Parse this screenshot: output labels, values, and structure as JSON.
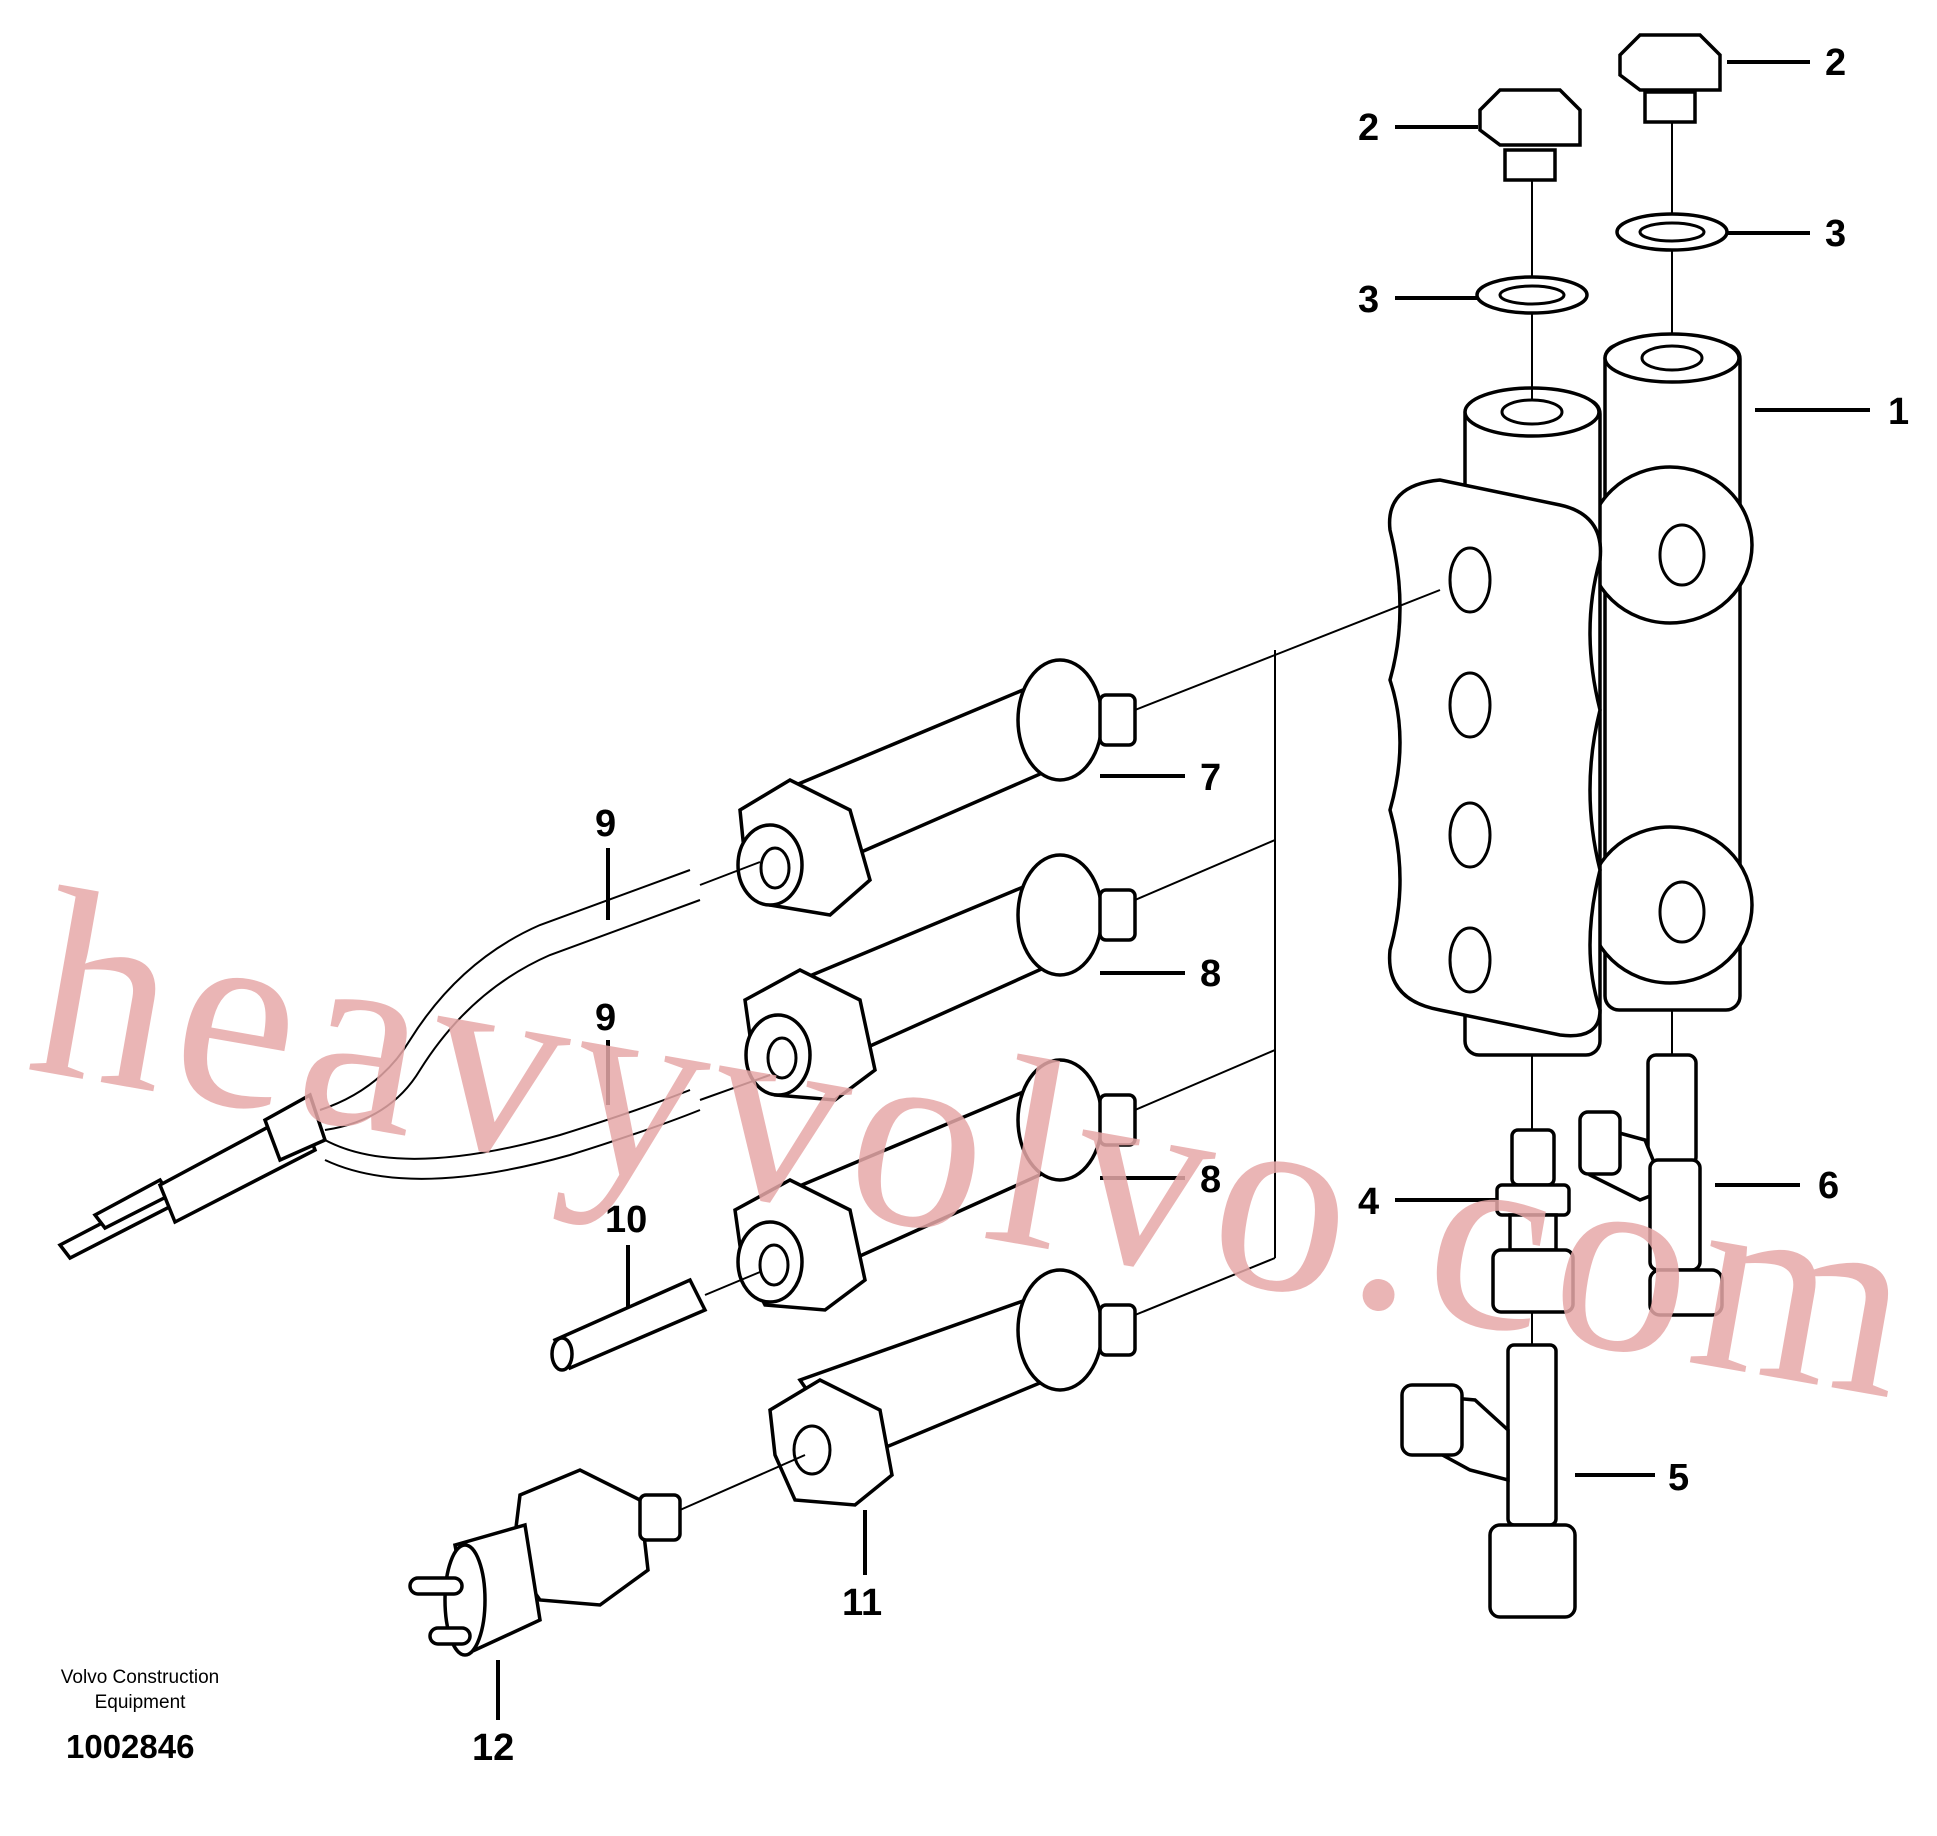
{
  "callouts": {
    "c1": "1",
    "c2a": "2",
    "c2b": "2",
    "c3a": "3",
    "c3b": "3",
    "c4": "4",
    "c5": "5",
    "c6": "6",
    "c7": "7",
    "c8a": "8",
    "c8b": "8",
    "c9a": "9",
    "c9b": "9",
    "c10": "10",
    "c11": "11",
    "c12": "12"
  },
  "credit": {
    "line1": "Volvo Construction",
    "line2": "Equipment",
    "code": "1002846"
  },
  "watermark": "heavyvolvo.com"
}
